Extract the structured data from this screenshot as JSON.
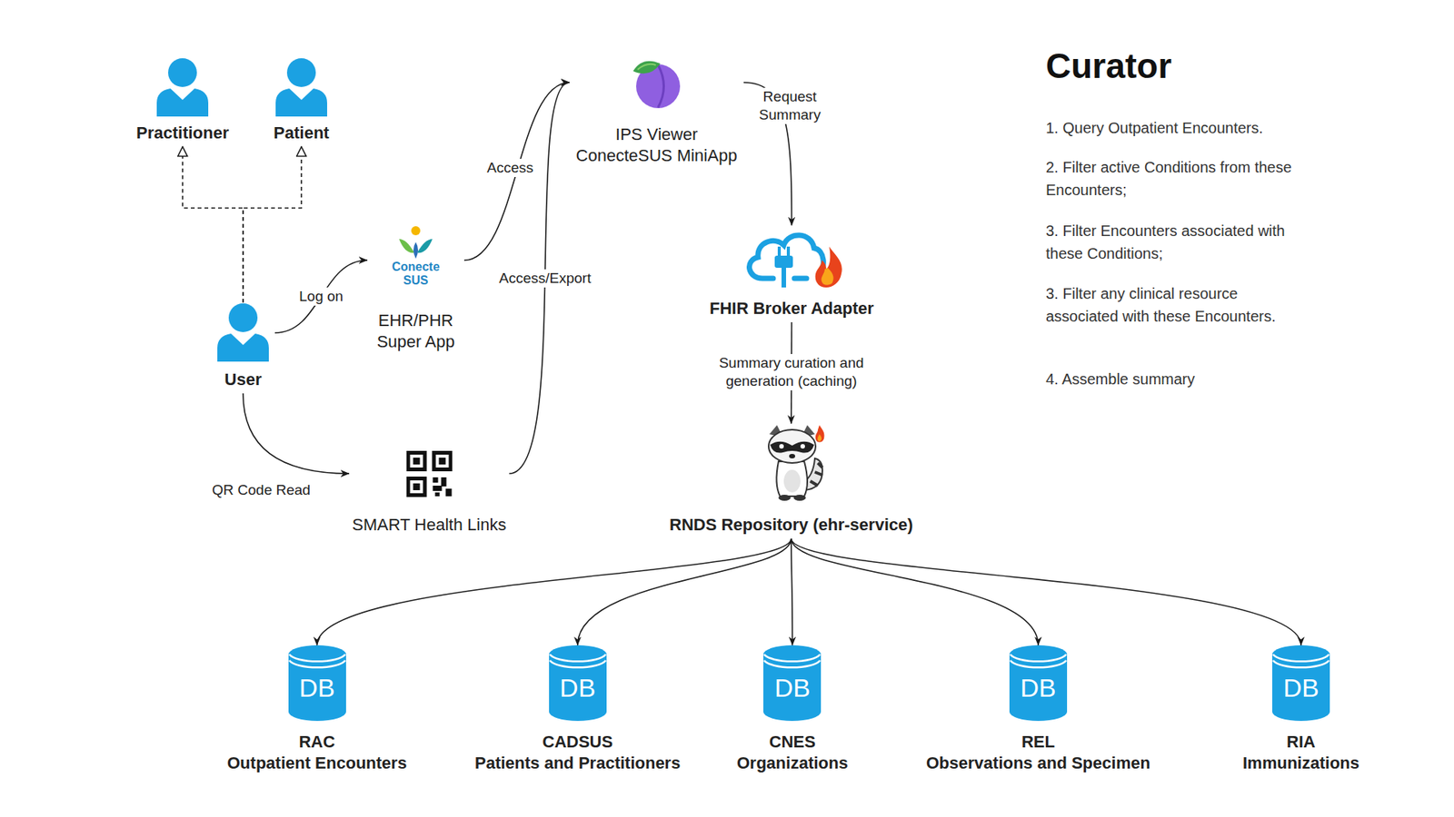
{
  "diagram": {
    "nodes": [
      {
        "text": [
          "Practitioner"
        ]
      },
      {
        "text": [
          "Patient"
        ]
      },
      {
        "text": [
          "User"
        ]
      },
      {
        "text": [
          "Conecte SUS",
          "EHR/PHR Super App"
        ]
      },
      {
        "text": [
          "IPS Viewer ConecteSUS MiniApp"
        ]
      },
      {
        "text": [
          "FHIR Broker Adapter"
        ]
      },
      {
        "text": [
          "SMART Health Links"
        ]
      },
      {
        "text": [
          "RNDS Repository (ehr-service)"
        ]
      },
      {
        "text": [
          "DB",
          "RAC",
          "Outpatient Encounters"
        ]
      },
      {
        "text": [
          "DB",
          "CADSUS",
          "Patients and Practitioners"
        ]
      },
      {
        "text": [
          "DB",
          "CNES",
          "Organizations"
        ]
      },
      {
        "text": [
          "DB",
          "REL",
          "Observations and Specimen"
        ]
      },
      {
        "text": [
          "DB",
          "RIA",
          "Immunizations"
        ]
      }
    ],
    "edges": [
      {
        "from": 2,
        "to": 0,
        "arrow": "to"
      },
      {
        "from": 2,
        "to": 1,
        "arrow": "to"
      },
      {
        "from": 2,
        "to": 3,
        "label": "Log on",
        "arrow": "to"
      },
      {
        "from": 2,
        "to": 6,
        "label": "QR Code Read",
        "arrow": "to"
      },
      {
        "from": 3,
        "to": 4,
        "label": "Access",
        "arrow": "to"
      },
      {
        "from": 6,
        "to": 4,
        "label": "Access/Export",
        "arrow": "to"
      },
      {
        "from": 4,
        "to": 5,
        "label": "Request Summary",
        "arrow": "to"
      },
      {
        "from": 5,
        "to": 7,
        "label": "Summary curation and generation (caching)",
        "arrow": "to"
      },
      {
        "from": 7,
        "to": 8,
        "arrow": "to"
      },
      {
        "from": 7,
        "to": 9,
        "arrow": "to"
      },
      {
        "from": 7,
        "to": 10,
        "arrow": "to"
      },
      {
        "from": 7,
        "to": 11,
        "arrow": "to"
      },
      {
        "from": 7,
        "to": 12,
        "arrow": "to"
      }
    ],
    "labels": [
      "Curator",
      "1. Query Outpatient Encounters.",
      "2. Filter active Conditions from these Encounters;",
      "3. Filter Encounters associated with these Conditions;",
      "3. Filter any clinical resource associated with these Encounters.",
      "4. Assemble summary"
    ]
  }
}
